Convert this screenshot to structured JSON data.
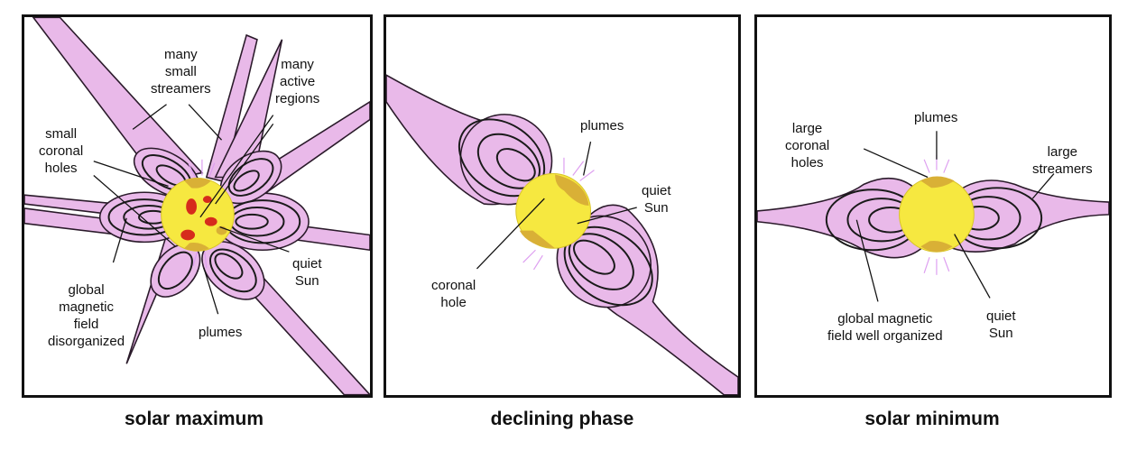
{
  "panels": [
    {
      "caption": "solar maximum",
      "labels": {
        "streamers": "many\nsmall\nstreamers",
        "active": "many\nactive\nregions",
        "holes": "small\ncoronal\nholes",
        "field": "global\nmagnetic\nfield\ndisorganized",
        "quiet": "quiet\nSun",
        "plumes": "plumes"
      }
    },
    {
      "caption": "declining phase",
      "labels": {
        "plumes": "plumes",
        "quiet": "quiet\nSun",
        "hole": "coronal\nhole"
      }
    },
    {
      "caption": "solar minimum",
      "labels": {
        "holes": "large\ncoronal\nholes",
        "plumes": "plumes",
        "streamers": "large\nstreamers",
        "field": "global magnetic\nfield well organized",
        "quiet": "quiet\nSun"
      }
    }
  ],
  "colors": {
    "corona": "#e9b9e9",
    "sun": "#f6e840",
    "coronal_hole": "#d9b036",
    "active_region": "#d62b1c"
  }
}
